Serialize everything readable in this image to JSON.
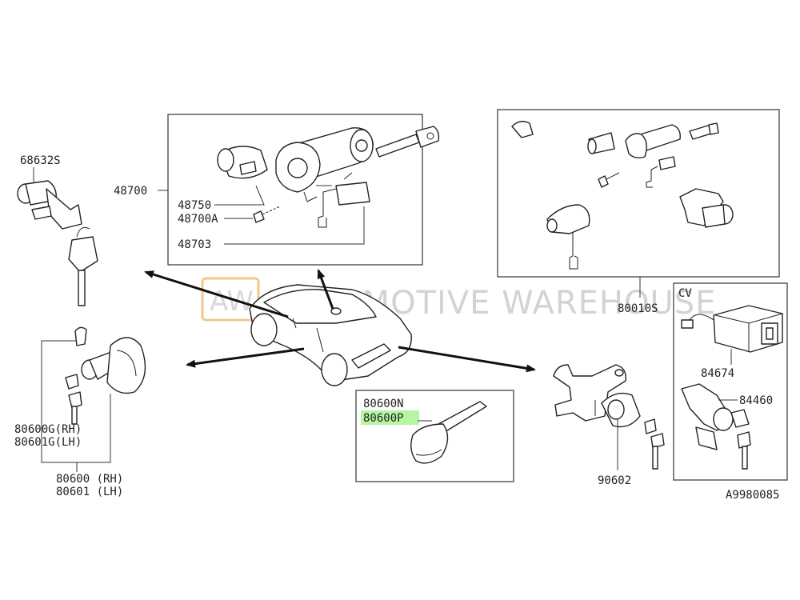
{
  "watermark": {
    "logo_text": "AW",
    "brand_text": "AUTOMOTIVE WAREHOUSE"
  },
  "labels": {
    "p68632s": "68632S",
    "p48700": "48700",
    "p48750": "48750",
    "p48700a": "48700A",
    "p48703": "48703",
    "p80010s": "80010S",
    "p80600n": "80600N",
    "p80600p": "80600P",
    "p80600g_rh": "80600G(RH)",
    "p80601g_lh": "80601G(LH)",
    "p80600_rh": "80600 (RH)",
    "p80601_lh": "80601 (LH)",
    "p90602": "90602",
    "cv": "CV",
    "p84674": "84674",
    "p84460": "84460",
    "diagram_id": "A9980085"
  },
  "colors": {
    "highlight": "#b5f5a3",
    "ink": "#222222",
    "watermark_logo": "#f2c98a"
  }
}
